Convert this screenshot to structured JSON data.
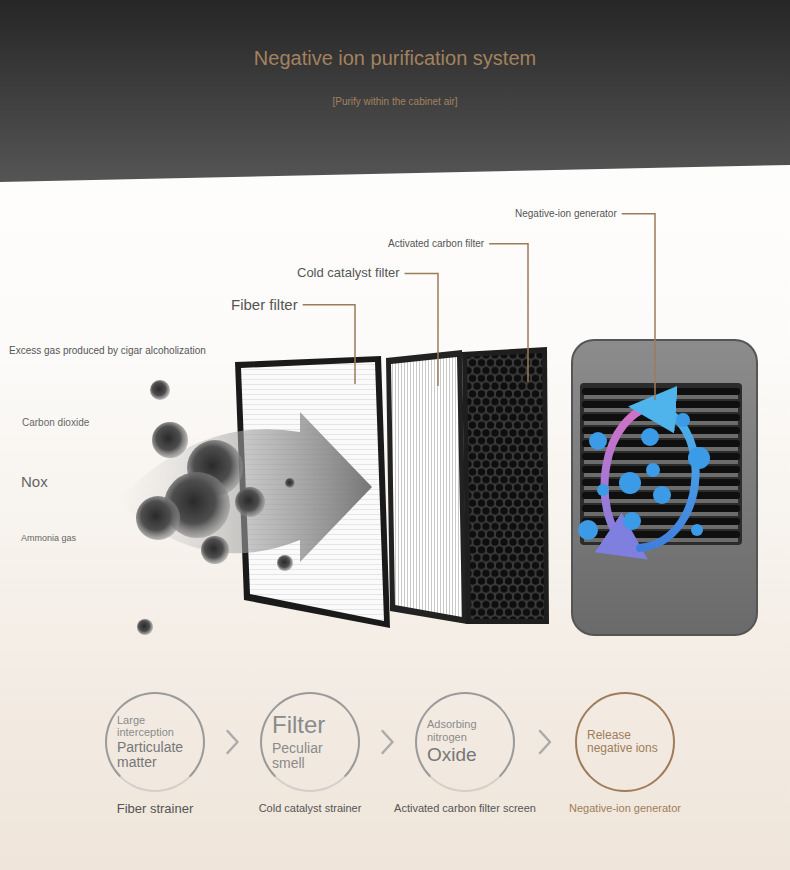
{
  "diagram": {
    "title": "Negative ion purification system",
    "nodes": [
      {
        "text": [
          "Large interception",
          "Particulate matter",
          "Fiber strainer"
        ]
      },
      {
        "text": [
          "Filter",
          "Peculiar smell",
          "Cold catalyst strainer"
        ]
      },
      {
        "text": [
          "Adsorbing nitrogen",
          "Oxide",
          "Activated carbon filter screen"
        ]
      },
      {
        "text": [
          "Release negative ions",
          "Negative-ion generator"
        ]
      }
    ],
    "edges": [
      {
        "from": 0,
        "to": 1,
        "arrow": "to"
      },
      {
        "from": 1,
        "to": 2,
        "arrow": "to"
      },
      {
        "from": 2,
        "to": 3,
        "arrow": "to"
      }
    ],
    "labels": [
      "[Purify within the cabinet air]",
      "Negative-ion generator",
      "Activated carbon filter",
      "Cold catalyst filter",
      "Fiber filter",
      "Excess gas produced by cigar alcoholization",
      "Carbon dioxide",
      "Nox",
      "Ammonia gas"
    ]
  }
}
